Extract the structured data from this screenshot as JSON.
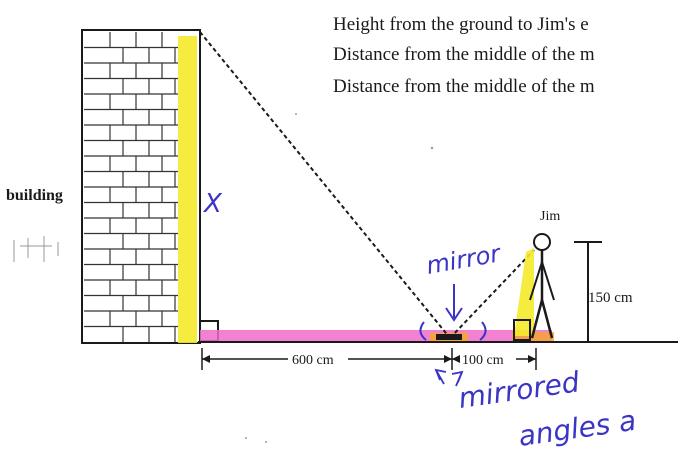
{
  "header_lines": [
    "Height from the ground to Jim's e",
    "Distance from the middle of the m",
    "Distance from the middle of the m"
  ],
  "labels": {
    "building": "building",
    "person": "Jim",
    "height": "150 cm",
    "dist_left": "600 cm",
    "dist_right": "100 cm"
  },
  "annotations": {
    "unknown": "X",
    "mirror": "mirror",
    "mirrored_line1": "mirrored",
    "mirrored_line2": "angles a"
  },
  "colors": {
    "highlight_yellow": "#f5ea2a",
    "highlight_pink": "#f06bc9",
    "highlight_orange": "#f5a531",
    "pen_blue": "#3a35c4",
    "ink": "#1a1a1a"
  }
}
